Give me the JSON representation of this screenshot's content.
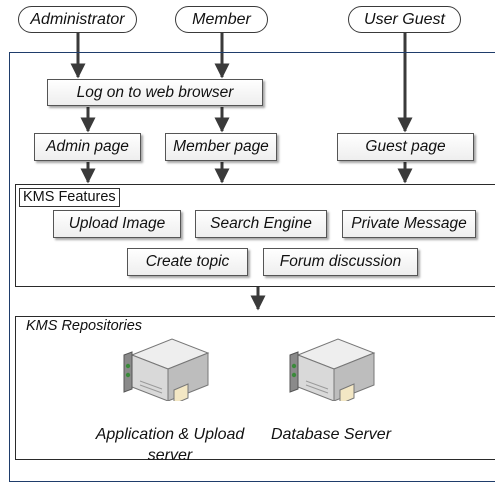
{
  "actors": {
    "administrator": "Administrator",
    "member": "Member",
    "guest": "User Guest"
  },
  "login": "Log on to web browser",
  "pages": {
    "admin": "Admin page",
    "member": "Member page",
    "guest": "Guest page"
  },
  "features": {
    "title": "KMS Features",
    "items": [
      "Upload Image",
      "Search Engine",
      "Private Message",
      "Create topic",
      "Forum discussion"
    ]
  },
  "repositories": {
    "title": "KMS Repositories",
    "servers": [
      {
        "caption_line1": "Application & Upload",
        "caption_line2": "server"
      },
      {
        "caption_line1": "Database Server",
        "caption_line2": ""
      }
    ]
  },
  "colors": {
    "arrow": "#3a3a3a",
    "outer_frame": "#1f3d6b",
    "server_body": "#d9d9d9",
    "server_tab": "#f3e7c4"
  }
}
